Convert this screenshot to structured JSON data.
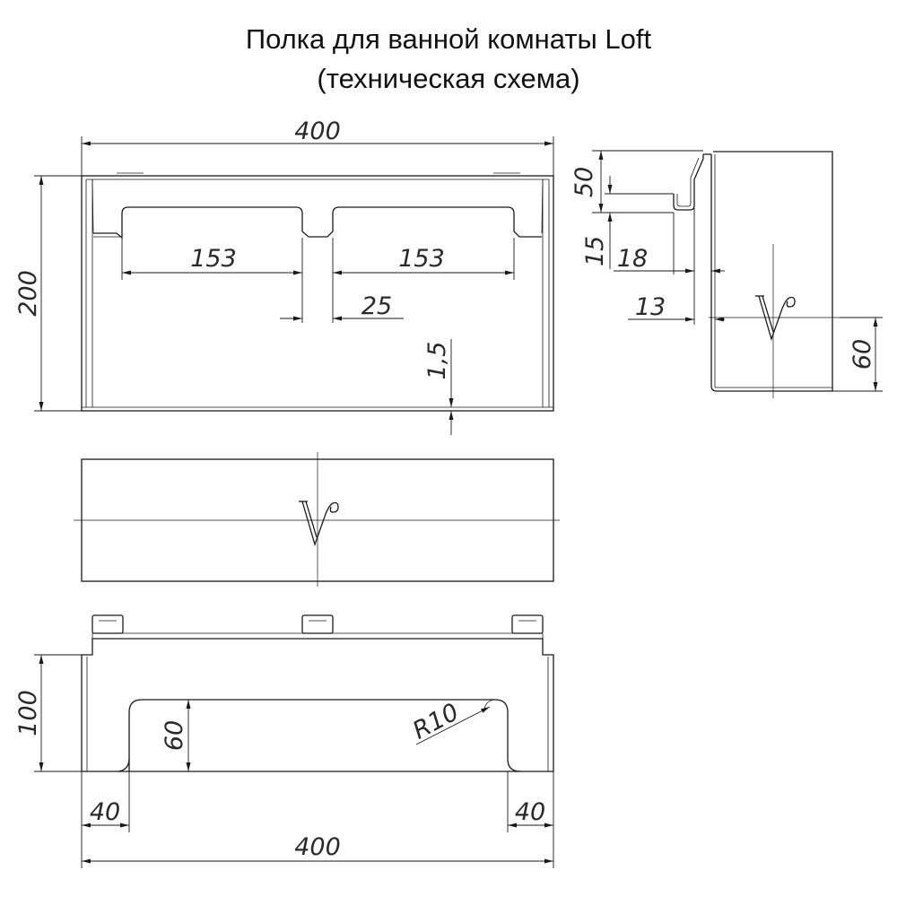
{
  "title": {
    "line1": "Полка для ванной комнаты Loft",
    "line2": "(техническая схема)"
  },
  "front_view": {
    "width_label": "400",
    "height_label": "200",
    "slot_width_left": "153",
    "slot_width_right": "153",
    "slot_gap": "25",
    "thickness": "1,5"
  },
  "side_view": {
    "hook_height": "50",
    "hook_depth": "15",
    "hook_gap": "18",
    "offset": "13",
    "lip_height": "60"
  },
  "bottom_view": {
    "height_label": "100",
    "cutout_height": "60",
    "radius_label": "R10",
    "margin_left": "40",
    "margin_right": "40",
    "width_label": "400"
  },
  "icons": [
    "logo-v-icon",
    "logo-v-icon"
  ]
}
